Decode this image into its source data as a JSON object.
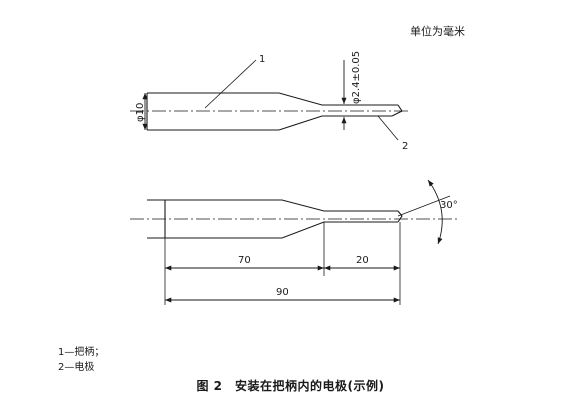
{
  "unit_note": "单位为毫米",
  "callouts": {
    "label1": "1",
    "label2": "2"
  },
  "top_view": {
    "diameter_label": "φ10",
    "tip_diameter_label": "φ2.4±0.05"
  },
  "bottom_view": {
    "angle_label": "30°",
    "dim_70": "70",
    "dim_20": "20",
    "dim_90": "90"
  },
  "legend": [
    {
      "text": "1—把柄；"
    },
    {
      "text": "2—电极"
    }
  ],
  "caption": {
    "text": "图 2　安装在把柄内的电极(示例)"
  }
}
